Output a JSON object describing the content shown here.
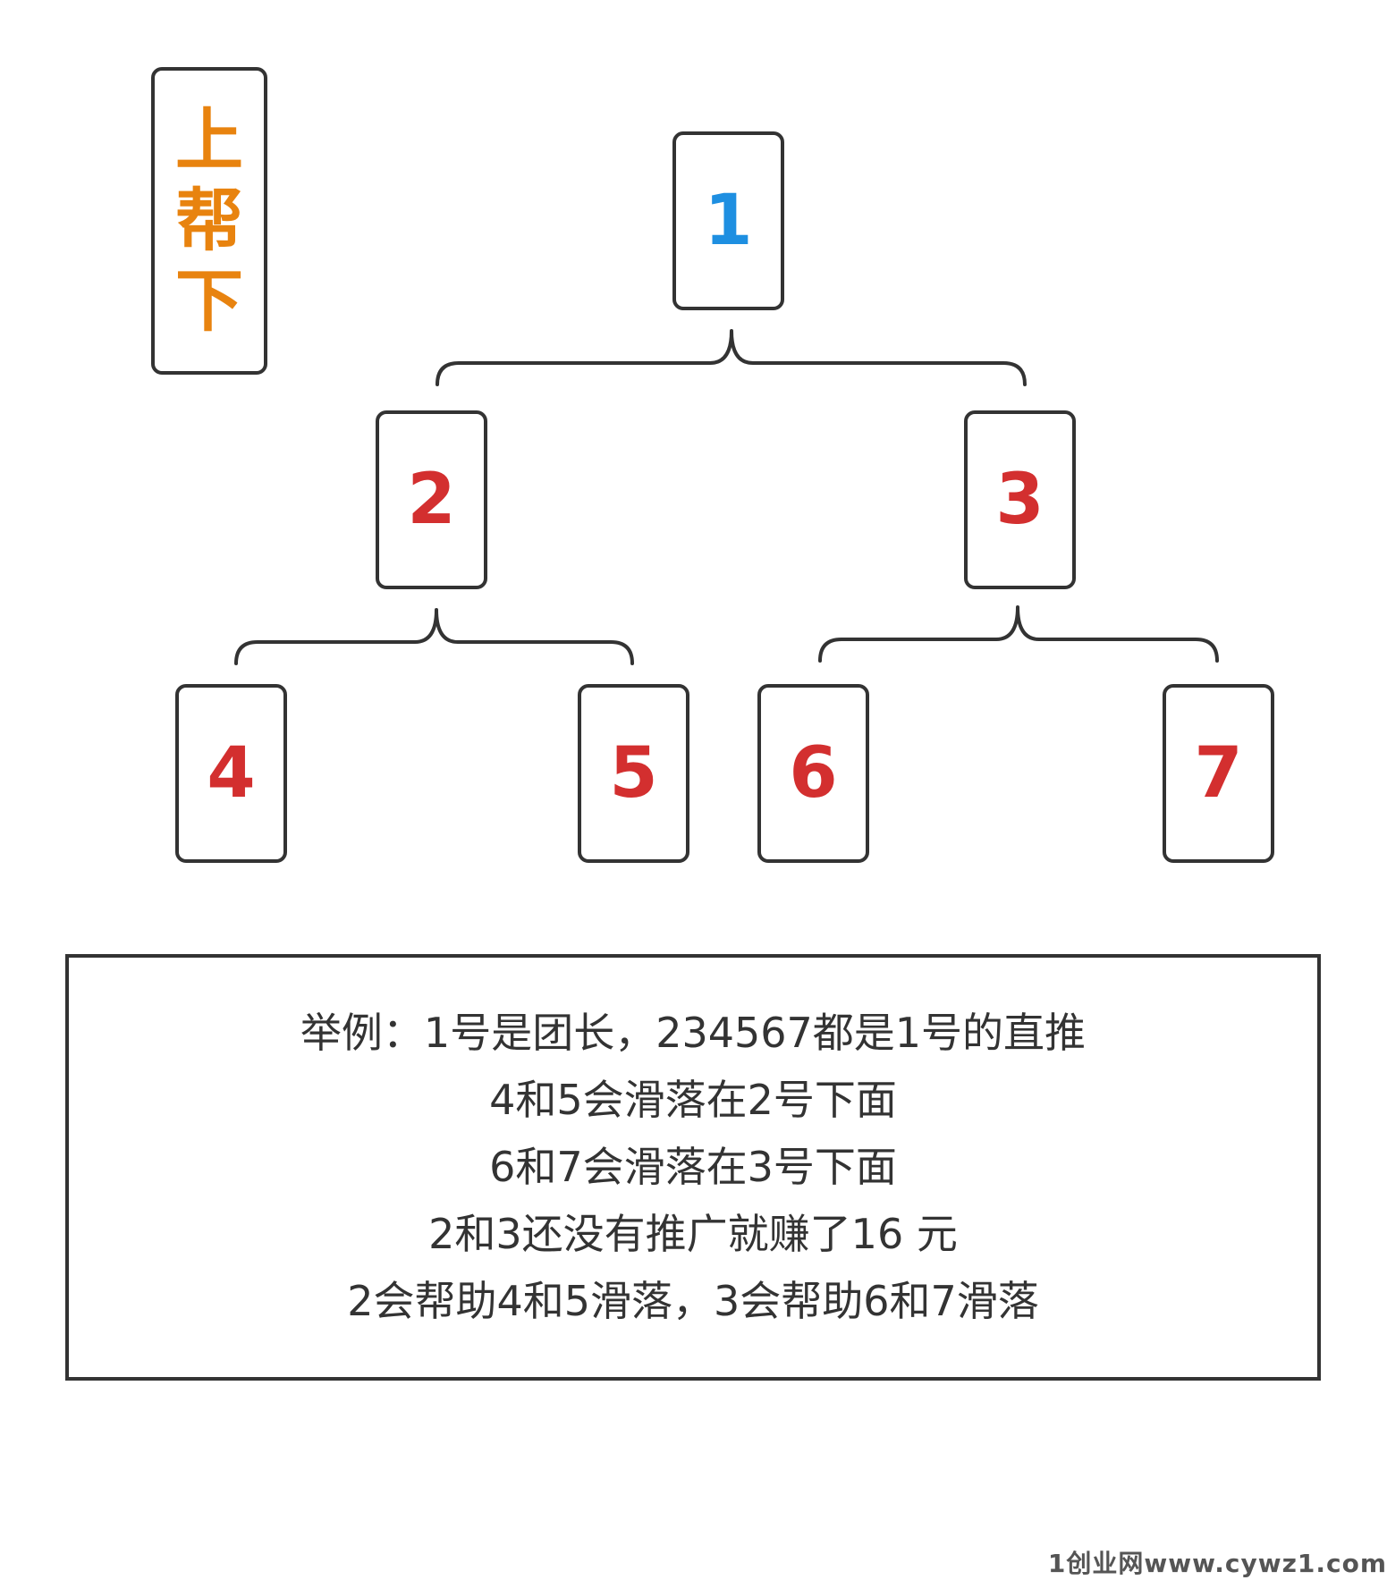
{
  "side_box": {
    "chars": [
      "上",
      "帮",
      "下"
    ],
    "color": "#E8830F"
  },
  "nodes": [
    {
      "label": "1",
      "color": "#1E8FE1"
    },
    {
      "label": "2",
      "color": "#D32F2F"
    },
    {
      "label": "3",
      "color": "#D32F2F"
    },
    {
      "label": "4",
      "color": "#D32F2F"
    },
    {
      "label": "5",
      "color": "#D32F2F"
    },
    {
      "label": "6",
      "color": "#D32F2F"
    },
    {
      "label": "7",
      "color": "#D32F2F"
    }
  ],
  "edges": [
    [
      "1",
      "2"
    ],
    [
      "1",
      "3"
    ],
    [
      "2",
      "4"
    ],
    [
      "2",
      "5"
    ],
    [
      "3",
      "6"
    ],
    [
      "3",
      "7"
    ]
  ],
  "text_lines": [
    "举例：1号是团长，234567都是1号的直推",
    "4和5会滑落在2号下面",
    "6和7会滑落在3号下面",
    "2和3还没有推广就赚了16 元",
    "2会帮助4和5滑落，3会帮助6和7滑落"
  ],
  "watermark": "1创业网www.cywz1.com"
}
